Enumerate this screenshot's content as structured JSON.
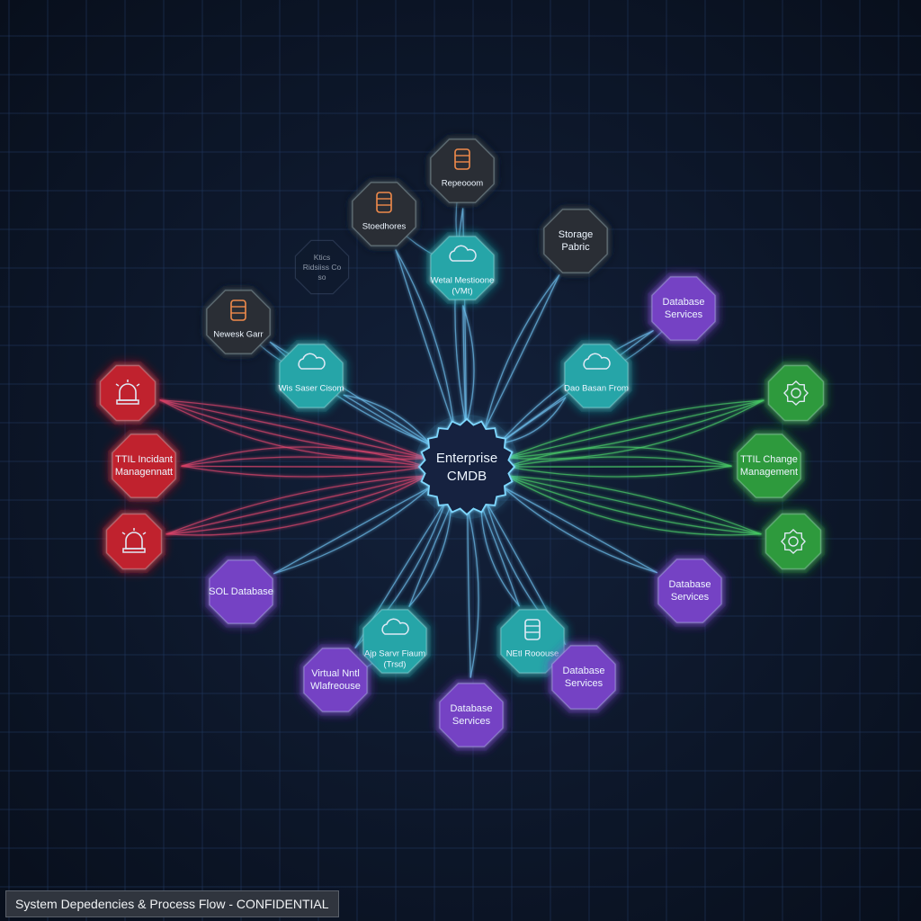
{
  "colors": {
    "background": "#0c1628",
    "grid": "#223a63",
    "dark": "#2b2f36",
    "teal": "#27a5a8",
    "purple": "#7442c4",
    "red": "#c0232f",
    "green": "#2f9a3c",
    "center": "#13233f",
    "edge_default": "#6fc0ee",
    "edge_red": "#e0466e",
    "edge_green": "#4cd16a"
  },
  "center": {
    "label_line1": "Enterprise",
    "label_line2": "CMDB"
  },
  "nodes": [
    {
      "id": "repository",
      "label": "Repeooom",
      "color": "dark",
      "icon": "server-icon"
    },
    {
      "id": "storefronts",
      "label": "Stoedhores",
      "color": "dark",
      "icon": "server-icon"
    },
    {
      "id": "storage-fabric",
      "label": "Storage Pabric",
      "color": "dark",
      "icon": ""
    },
    {
      "id": "virtual-machine",
      "label": "Wetal Mestioone (VMt)",
      "color": "teal",
      "icon": "cloud-icon"
    },
    {
      "id": "network-gear",
      "label": "Newesk Garr",
      "color": "dark",
      "icon": "server-icon"
    },
    {
      "id": "web-server-cluster",
      "label": "Wis Saser Cisom",
      "color": "teal",
      "icon": "cloud-icon"
    },
    {
      "id": "database-services-1",
      "label": "Database Services",
      "color": "purple",
      "icon": ""
    },
    {
      "id": "data-broker-farm",
      "label": "Dao Basan From",
      "color": "teal",
      "icon": "cloud-icon"
    },
    {
      "id": "incident-alarm-1",
      "label": "",
      "color": "red",
      "icon": "alarm-icon"
    },
    {
      "id": "itil-incident-management",
      "label": "TTIL Incidant Managennatt",
      "color": "red",
      "icon": ""
    },
    {
      "id": "incident-alarm-2",
      "label": "",
      "color": "red",
      "icon": "alarm-icon"
    },
    {
      "id": "change-gear-1",
      "label": "",
      "color": "green",
      "icon": "gear-icon"
    },
    {
      "id": "itil-change-management",
      "label": "TTIL Change Management",
      "color": "green",
      "icon": ""
    },
    {
      "id": "change-gear-2",
      "label": "",
      "color": "green",
      "icon": "gear-icon"
    },
    {
      "id": "sql-database",
      "label": "SOL Database",
      "color": "purple",
      "icon": ""
    },
    {
      "id": "database-services-2",
      "label": "Database Services",
      "color": "purple",
      "icon": ""
    },
    {
      "id": "app-server-farm",
      "label": "Ajp Sarvr Fiaum (Trsd)",
      "color": "teal",
      "icon": "cloud-icon"
    },
    {
      "id": "network-resource",
      "label": "NEtl Rooouse",
      "color": "teal",
      "icon": "server-icon"
    },
    {
      "id": "virtual-warehouse",
      "label": "Virtual Nntl Wlafreouse",
      "color": "purple",
      "icon": ""
    },
    {
      "id": "database-services-3",
      "label": "Database Services",
      "color": "purple",
      "icon": ""
    },
    {
      "id": "database-services-4",
      "label": "Database Services",
      "color": "purple",
      "icon": ""
    }
  ],
  "ghost_node": {
    "label": "Ktics Ridsiiss Co so"
  },
  "footer": {
    "text": "System Depedencies & Process Flow - CONFIDENTIAL"
  }
}
